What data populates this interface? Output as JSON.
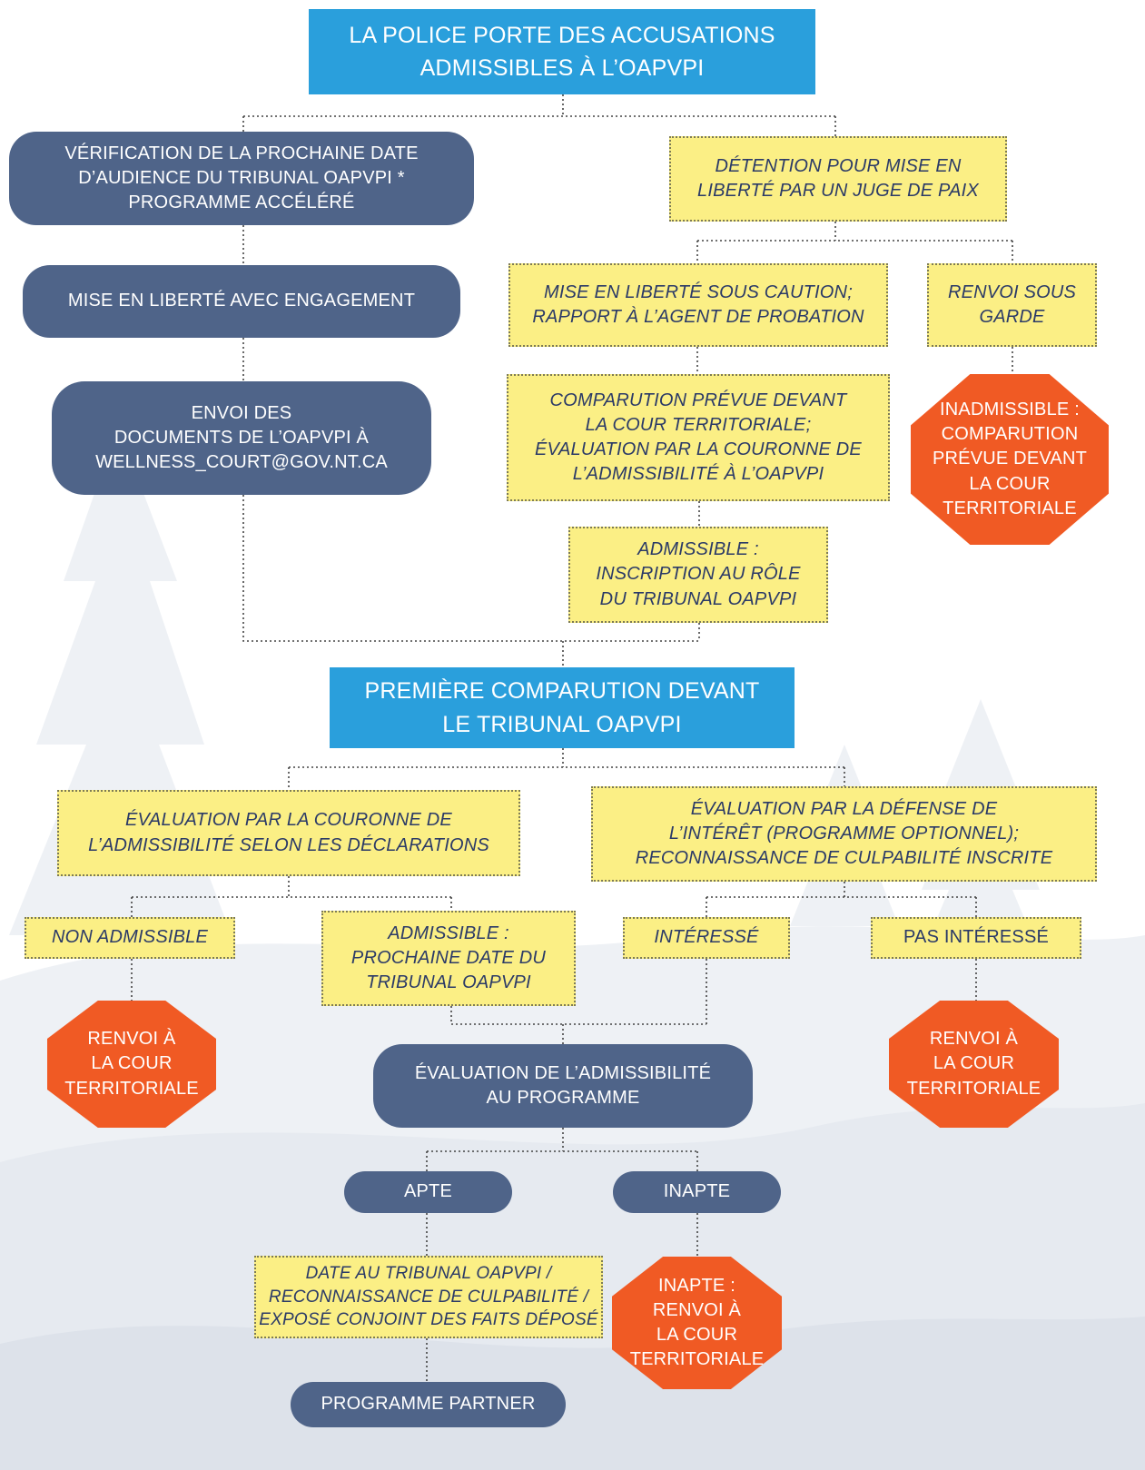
{
  "colors": {
    "header_blue": "#2a9fdc",
    "step_navy": "#4f6489",
    "note_yellow": "#fbef85",
    "stop_red": "#f05a24",
    "text_dark": "#2b3a67"
  },
  "top_header": "LA POLICE PORTE DES ACCUSATIONS\nADMISSIBLES À L’OAPVPI",
  "left_branch": {
    "verification": "VÉRIFICATION DE LA PROCHAINE DATE\nD’AUDIENCE DU TRIBUNAL OAPVPI *\nPROGRAMME ACCÉLÉRÉ",
    "release": "MISE EN LIBERTÉ AVEC ENGAGEMENT",
    "documents": "ENVOI DES\nDOCUMENTS DE L’OAPVPI À\nWELLNESS_COURT@GOV.NT.CA"
  },
  "right_branch": {
    "detention": "DÉTENTION POUR MISE EN\nLIBERTÉ PAR UN JUGE DE PAIX",
    "bail": "MISE EN LIBERTÉ SOUS CAUTION;\nRAPPORT À L’AGENT DE PROBATION",
    "remand": "RENVOI SOUS\nGARDE",
    "appearance": "COMPARUTION PRÉVUE DEVANT\nLA COUR TERRITORIALE;\nÉVALUATION PAR LA COURONNE DE\nL’ADMISSIBILITÉ À L’OAPVPI",
    "ineligible": "INADMISSIBLE :\nCOMPARUTION\nPRÉVUE DEVANT\nLA COUR\nTERRITORIALE",
    "eligible": "ADMISSIBLE :\nINSCRIPTION AU RÔLE\nDU TRIBUNAL OAPVPI"
  },
  "second_header": "PREMIÈRE COMPARUTION DEVANT\nLE TRIBUNAL OAPVPI",
  "crown_assessment": "ÉVALUATION PAR LA COURONNE DE\nL’ADMISSIBILITÉ SELON LES DÉCLARATIONS",
  "defence_assessment": "ÉVALUATION PAR LA DÉFENSE DE\nL’INTÉRÊT (PROGRAMME OPTIONNEL);\nRECONNAISSANCE DE CULPABILITÉ INSCRITE",
  "not_eligible": "NON ADMISSIBLE",
  "eligible_next": "ADMISSIBLE :\nPROCHAINE DATE DU\nTRIBUNAL OAPVPI",
  "interested": "INTÉRESSÉ",
  "not_interested": "PAS INTÉRESSÉ",
  "referral_left": "RENVOI À\nLA COUR\nTERRITORIALE",
  "referral_right": "RENVOI À\nLA COUR\nTERRITORIALE",
  "program_assessment": "ÉVALUATION DE L’ADMISSIBILITÉ\nAU PROGRAMME",
  "suitable": "APTE",
  "unsuitable": "INAPTE",
  "court_date": "DATE AU TRIBUNAL OAPVPI /\nRECONNAISSANCE DE CULPABILITÉ /\nEXPOSÉ CONJOINT DES FAITS DÉPOSÉ",
  "unsuitable_referral": "INAPTE :\nRENVOI À\nLA COUR\nTERRITORIALE",
  "partner_program": "PROGRAMME PARTNER"
}
